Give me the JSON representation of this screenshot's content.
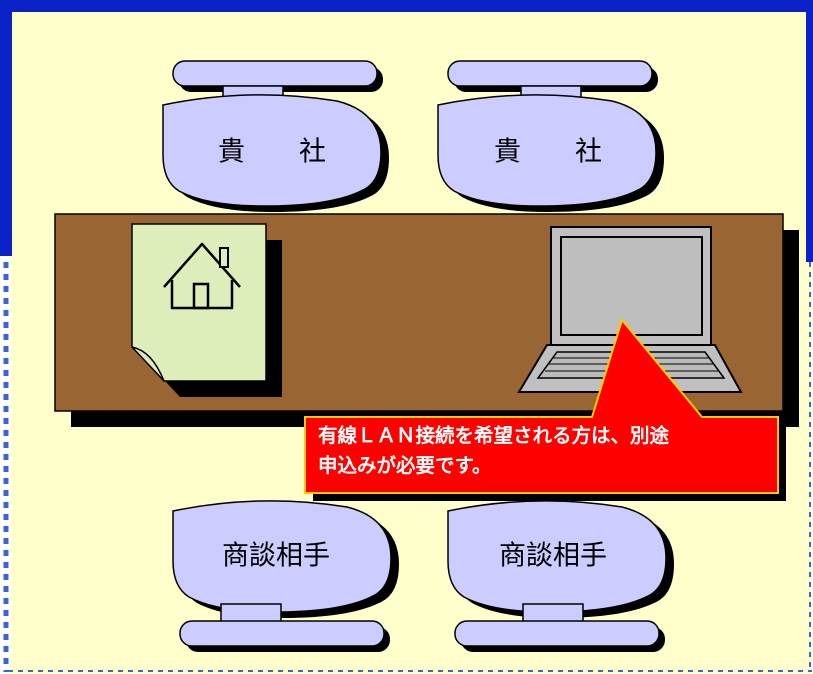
{
  "seats": {
    "top_left_label": "貴　　社",
    "top_right_label": "貴　　社",
    "bottom_left_label": "商談相手",
    "bottom_right_label": "商談相手"
  },
  "callout": {
    "line1": "有線ＬＡＮ接続を希望される方は、別途",
    "line2": "申込みが必要です。"
  },
  "icons": {
    "document": "house-document-icon",
    "laptop": "laptop-icon"
  },
  "colors": {
    "background": "#FFFFCC",
    "frame_top": "#0A22C8",
    "frame_dashed": "#3A63E0",
    "table": "#996633",
    "chair": "#CCCCFF",
    "document": "#DDEEBB",
    "laptop": "#C0C0C0",
    "callout_fill": "#FF0000",
    "callout_border": "#FFCC00"
  }
}
